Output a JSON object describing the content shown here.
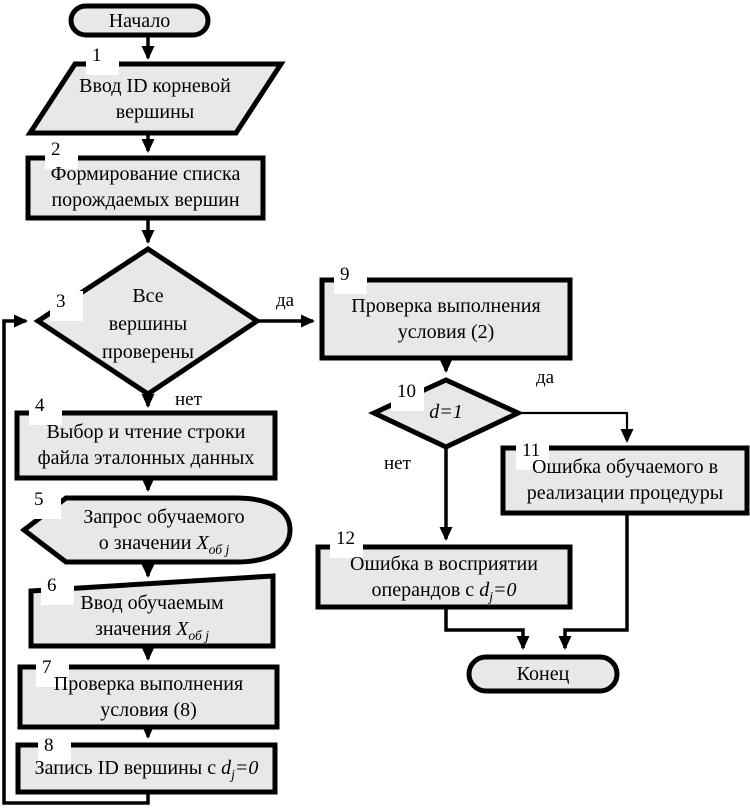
{
  "colors": {
    "shape_fill": "#e8e8e8",
    "line": "#000000",
    "bg": "#ffffff"
  },
  "nodes": {
    "start": {
      "label": "Начало"
    },
    "b1": {
      "num": "1",
      "lines": [
        "Ввод ID корневой",
        "вершины"
      ]
    },
    "b2": {
      "num": "2",
      "lines": [
        "Формирование списка",
        "порождаемых вершин"
      ]
    },
    "b3": {
      "num": "3",
      "lines": [
        "Все",
        "вершины",
        "проверены"
      ],
      "branch_yes": "да",
      "branch_no": "нет"
    },
    "b4": {
      "num": "4",
      "lines": [
        "Выбор и чтение строки",
        "файла эталонных данных"
      ]
    },
    "b5": {
      "num": "5",
      "line1": "Запрос обучаемого",
      "line2_prefix": "о значении ",
      "var": "X",
      "sub": "об j"
    },
    "b6": {
      "num": "6",
      "line1": "Ввод обучаемым",
      "line2_prefix": "значения ",
      "var": "X",
      "sub": "об j"
    },
    "b7": {
      "num": "7",
      "lines": [
        "Проверка выполнения",
        "условия (8)"
      ]
    },
    "b8": {
      "num": "8",
      "prefix": "Запись ID вершины с ",
      "var": "d",
      "sub": "j",
      "suffix": "=0"
    },
    "b9": {
      "num": "9",
      "lines": [
        "Проверка выполнения",
        "условия (2)"
      ]
    },
    "b10": {
      "num": "10",
      "condition": "d=1",
      "branch_yes": "да",
      "branch_no": "нет"
    },
    "b11": {
      "num": "11",
      "lines": [
        "Ошибка обучаемого в",
        "реализации процедуры"
      ]
    },
    "b12": {
      "num": "12",
      "line1": "Ошибка в восприятии",
      "line2_prefix": "операндов с ",
      "var": "d",
      "sub": "j",
      "suffix": "=0"
    },
    "end": {
      "label": "Конец"
    }
  }
}
